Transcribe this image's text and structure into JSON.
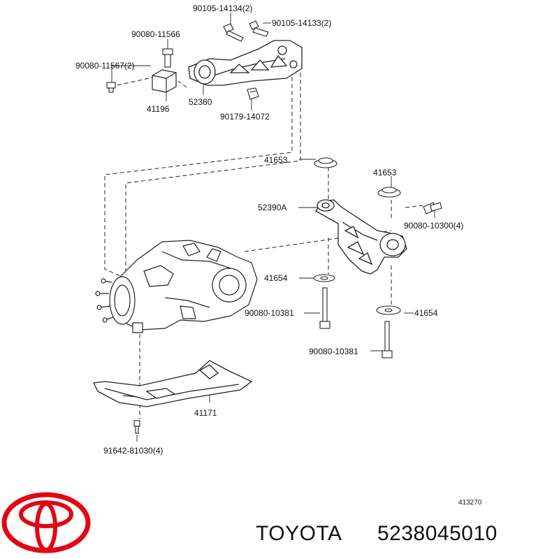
{
  "callouts": {
    "c90105_14134": "90105-14134(2)",
    "c90105_14133": "90105-14133(2)",
    "c90080_11566": "90080-11566",
    "c90080_11567": "90080-11567(2)",
    "c52380": "52380",
    "c41196": "41196",
    "c90179_14072": "90179-14072",
    "c41653_a": "41653",
    "c41653_b": "41653",
    "c52390A": "52390A",
    "c90080_10300": "90080-10300(4)",
    "c41654_a": "41654",
    "c41654_b": "41654",
    "c90080_10381_a": "90080-10381",
    "c90080_10381_b": "90080-10381",
    "c41171": "41171",
    "c91642_81030": "91642-81030(4)"
  },
  "diagram_id": "413270",
  "brand": {
    "name": "TOYOTA",
    "part_number": "5238045010",
    "logo_color": "#e30613"
  }
}
